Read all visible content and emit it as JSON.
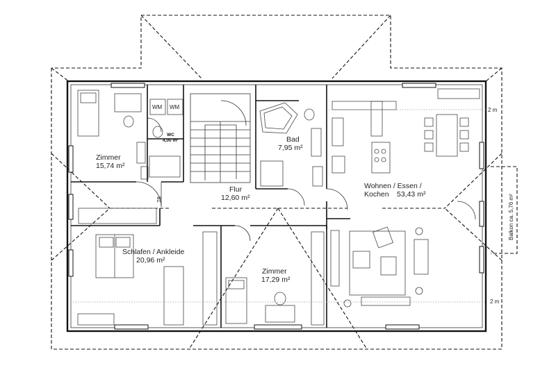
{
  "rooms": [
    {
      "name": "Zimmer",
      "area": "15,74 m²"
    },
    {
      "name": "WC",
      "area": "4,00 m²"
    },
    {
      "name": "Bad",
      "area": "7,95 m²"
    },
    {
      "name": "Flur",
      "area": "12,60 m²"
    },
    {
      "name": "Wohnen / Essen /",
      "name2": "Kochen",
      "area": "53,43 m²"
    },
    {
      "name": "Schlafen / Ankleide",
      "area": "20,96 m²"
    },
    {
      "name": "Zimmer",
      "area": "17,29 m²"
    }
  ],
  "appliances": {
    "wm1": "WM",
    "wm2": "WM"
  },
  "balcony": "Balkon ca. 5,76 m²",
  "dimensions": {
    "door_width": "78",
    "height_top": "2 m",
    "height_bottom": "2 m"
  }
}
